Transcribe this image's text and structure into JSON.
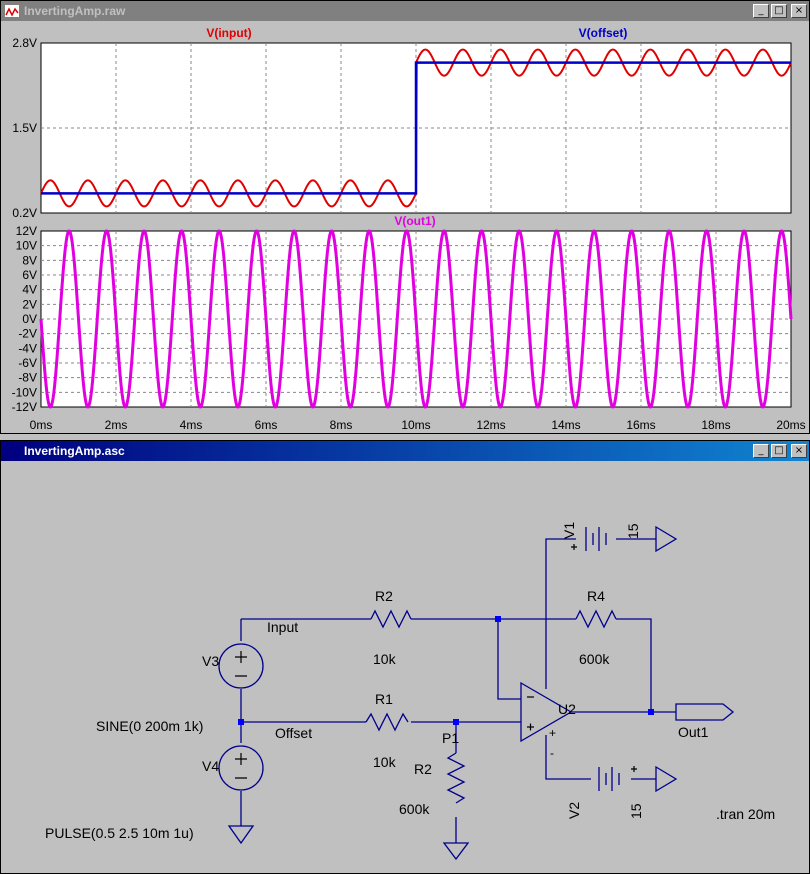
{
  "waveform_window": {
    "title": "InvertingAmp.raw",
    "buttons": {
      "minimize": "_",
      "maximize": "□",
      "close": "×"
    }
  },
  "schematic_window": {
    "title": "InvertingAmp.asc",
    "buttons": {
      "minimize": "_",
      "maximize": "□",
      "close": "×"
    }
  },
  "chart_data": [
    {
      "type": "line",
      "title": "",
      "xlabel": "",
      "ylabel": "",
      "xlim": [
        0,
        20
      ],
      "ylim": [
        0.2,
        2.8
      ],
      "y_ticks": [
        "2.8V",
        "1.5V",
        "0.2V"
      ],
      "grid": true,
      "legend_placement": "top",
      "series": [
        {
          "name": "V(input)",
          "color": "#e00000",
          "description": "sine 200mV amplitude 1kHz on offset",
          "amplitude": 0.2,
          "frequency_khz": 1
        },
        {
          "name": "V(offset)",
          "color": "#0000c8",
          "x": [
            0,
            10,
            10,
            20
          ],
          "values": [
            0.5,
            0.5,
            2.5,
            2.5
          ]
        }
      ]
    },
    {
      "type": "line",
      "title": "",
      "xlabel": "",
      "ylabel": "",
      "xlim": [
        0,
        20
      ],
      "ylim": [
        -12,
        12
      ],
      "y_ticks": [
        "12V",
        "10V",
        "8V",
        "6V",
        "4V",
        "2V",
        "0V",
        "-2V",
        "-4V",
        "-6V",
        "-8V",
        "-10V",
        "-12V"
      ],
      "x_ticks": [
        "0ms",
        "2ms",
        "4ms",
        "6ms",
        "8ms",
        "10ms",
        "12ms",
        "14ms",
        "16ms",
        "18ms",
        "20ms"
      ],
      "grid": true,
      "legend_placement": "top",
      "series": [
        {
          "name": "V(out1)",
          "color": "#e000e0",
          "amplitude": 12,
          "frequency_khz": 1
        }
      ]
    }
  ],
  "schematic": {
    "labels": {
      "v1": "V1",
      "v1_value": "15",
      "v2": "V2",
      "v2_value": "15",
      "v3": "V3",
      "v3_value": "SINE(0 200m 1k)",
      "v4": "V4",
      "v4_value": "PULSE(0.5 2.5 10m 1u)",
      "r1": "R1",
      "r1_value": "10k",
      "r2_top": "R2",
      "r2_top_value": "10k",
      "r2_bottom": "R2",
      "r2_bottom_value": "600k",
      "r4": "R4",
      "r4_value": "600k",
      "u2": "U2",
      "net_input": "Input",
      "net_offset": "Offset",
      "net_p1": "P1",
      "net_out1": "Out1",
      "directive": ".tran 20m"
    }
  }
}
